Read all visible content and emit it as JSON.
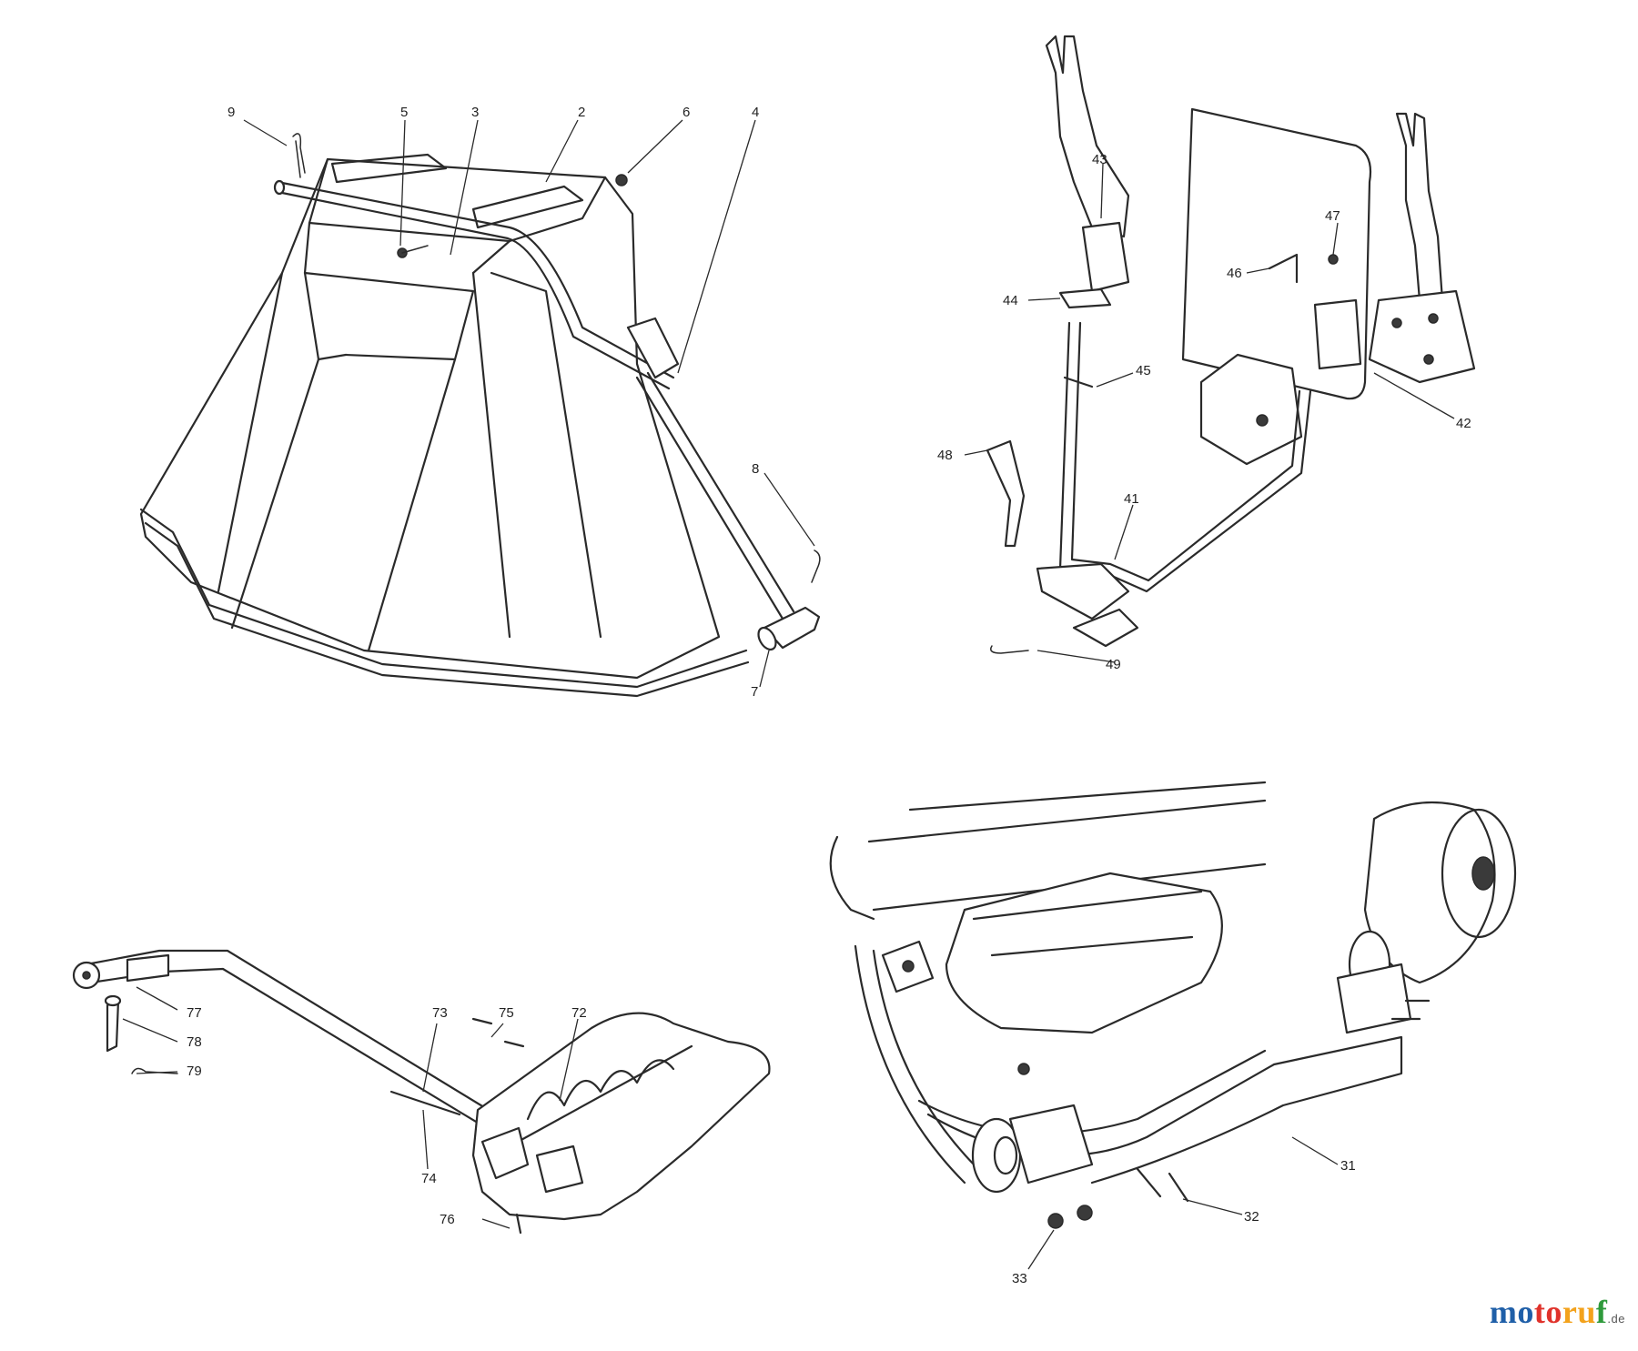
{
  "callouts": [
    {
      "id": "c9",
      "label": "9"
    },
    {
      "id": "c5",
      "label": "5"
    },
    {
      "id": "c3",
      "label": "3"
    },
    {
      "id": "c2",
      "label": "2"
    },
    {
      "id": "c6",
      "label": "6"
    },
    {
      "id": "c4",
      "label": "4"
    },
    {
      "id": "c8",
      "label": "8"
    },
    {
      "id": "c7",
      "label": "7"
    },
    {
      "id": "c43",
      "label": "43"
    },
    {
      "id": "c44",
      "label": "44"
    },
    {
      "id": "c45",
      "label": "45"
    },
    {
      "id": "c46",
      "label": "46"
    },
    {
      "id": "c47",
      "label": "47"
    },
    {
      "id": "c42",
      "label": "42"
    },
    {
      "id": "c48",
      "label": "48"
    },
    {
      "id": "c41",
      "label": "41"
    },
    {
      "id": "c49",
      "label": "49"
    },
    {
      "id": "c77",
      "label": "77"
    },
    {
      "id": "c78",
      "label": "78"
    },
    {
      "id": "c79",
      "label": "79"
    },
    {
      "id": "c73",
      "label": "73"
    },
    {
      "id": "c75",
      "label": "75"
    },
    {
      "id": "c72",
      "label": "72"
    },
    {
      "id": "c74",
      "label": "74"
    },
    {
      "id": "c76",
      "label": "76"
    },
    {
      "id": "c31",
      "label": "31"
    },
    {
      "id": "c32",
      "label": "32"
    },
    {
      "id": "c33",
      "label": "33"
    }
  ],
  "logo": {
    "part1": "mo",
    "part2": "to",
    "part3": "ru",
    "part4": "f",
    "tld": ".de"
  }
}
